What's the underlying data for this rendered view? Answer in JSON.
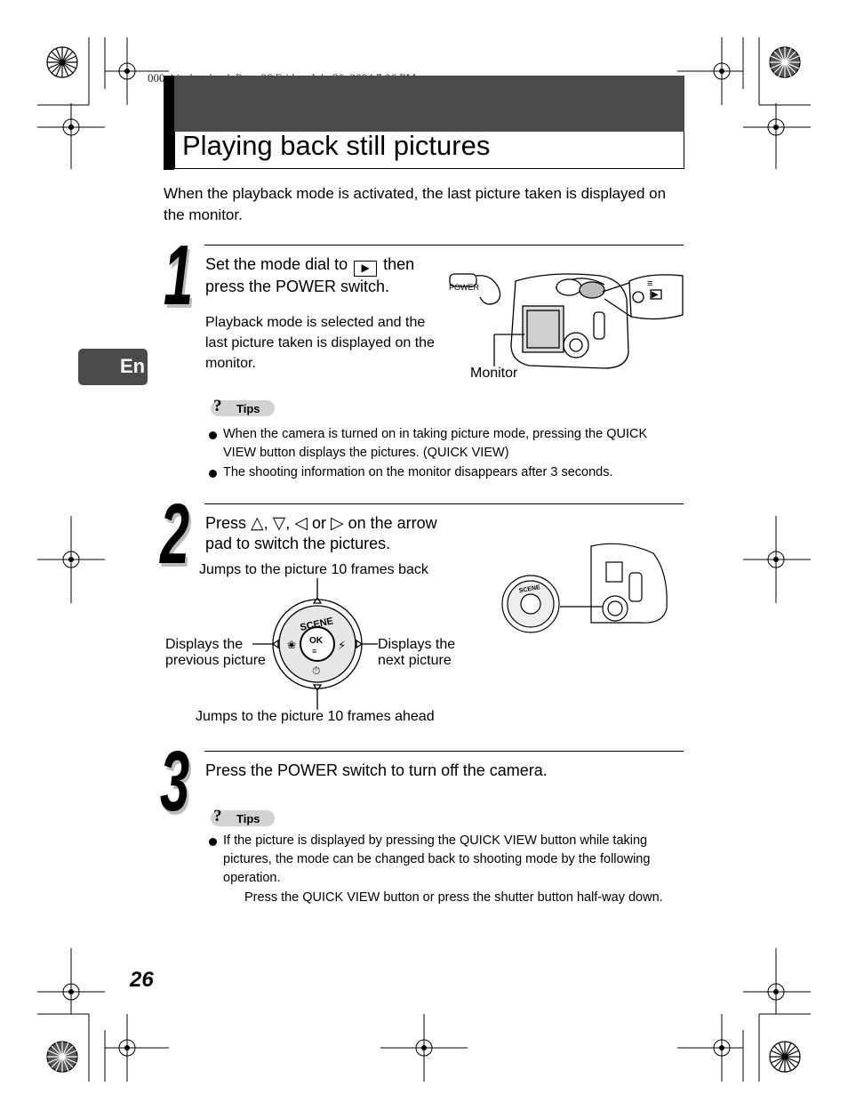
{
  "print_header": "000_kisohen.book  Page 26  Friday, July 30, 2004  7:06 PM",
  "title": "Playing back still pictures",
  "intro": "When the playback mode is activated, the last picture taken is displayed on the monitor.",
  "lang_tab": "En",
  "steps": [
    {
      "number": "1",
      "instruction_part1": "Set the mode dial to",
      "instruction_part2": "then",
      "instruction_line2": "press the POWER switch.",
      "body": "Playback mode is selected and the last picture taken is displayed on the monitor.",
      "power_label": "POWER",
      "monitor_label": "Monitor"
    },
    {
      "number": "2",
      "instruction_press": "Press",
      "instruction_or": "or",
      "instruction_tail": "on the arrow",
      "instruction_line2": "pad to switch the pictures.",
      "label_up": "Jumps to the picture 10 frames back",
      "label_left_1": "Displays the",
      "label_left_2": "previous picture",
      "label_right_1": "Displays the",
      "label_right_2": "next picture",
      "label_down": "Jumps to the picture 10 frames ahead",
      "pad_scene": "SCENE",
      "pad_ok": "OK"
    },
    {
      "number": "3",
      "instruction": "Press the POWER switch to turn off the camera."
    }
  ],
  "tips_label": "Tips",
  "tips_1": [
    "When the camera is turned on in taking picture mode, pressing the QUICK VIEW button displays the pictures. (QUICK VIEW)",
    "The shooting information on the monitor disappears after 3 seconds."
  ],
  "tips_2": {
    "bullet": "If the picture is displayed by pressing the QUICK VIEW button while taking pictures, the mode can be changed back to shooting mode by the following operation.",
    "sub": "Press the QUICK VIEW button or press the shutter button half-way down."
  },
  "page_number": "26",
  "colors": {
    "title_bar": "#4a4a4a",
    "tips_pill": "#d2d2d2"
  }
}
